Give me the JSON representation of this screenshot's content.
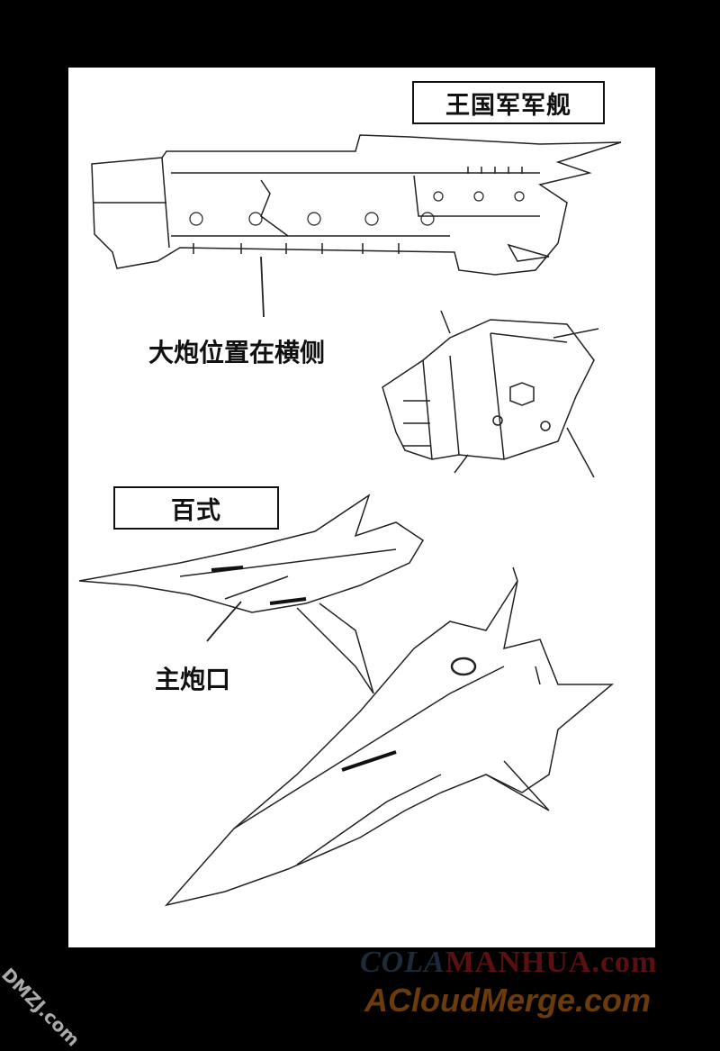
{
  "labels": {
    "warship_title": "王国军军舰",
    "cannon_note": "大炮位置在横侧",
    "hyakushiki_title": "百式",
    "main_cannon_note": "主炮口"
  },
  "watermarks": {
    "cola": "COLA",
    "manhua": "MANHUA.com",
    "acloud": "ACloudMerge.com",
    "dmzj": "DMZJ.com"
  }
}
